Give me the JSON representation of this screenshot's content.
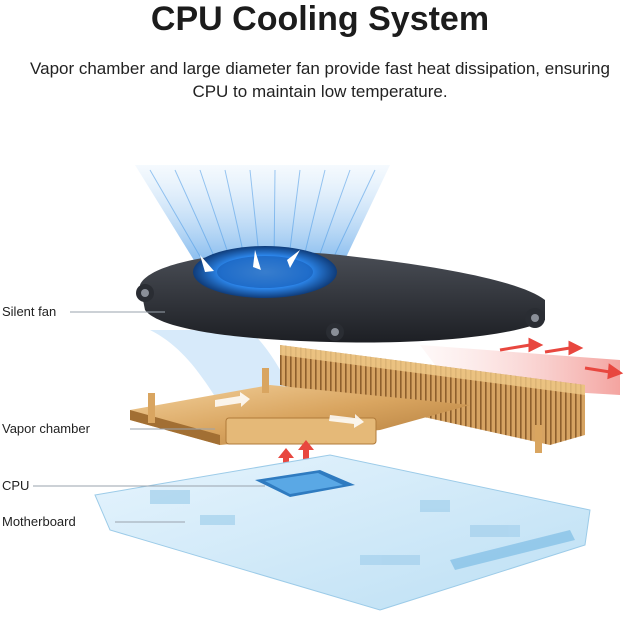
{
  "header": {
    "title": "CPU Cooling System",
    "subtitle_line1": "Vapor chamber and large diameter fan provide fast heat dissipation, ensuring",
    "subtitle_line2": "CPU to maintain low temperature."
  },
  "labels": {
    "silent_fan": "Silent fan",
    "vapor_chamber": "Vapor chamber",
    "cpu": "CPU",
    "motherboard": "Motherboard"
  },
  "colors": {
    "airflow_in": "#6fb6f0",
    "airflow_hot": "#e8473f",
    "fan_body": "#2a2d33",
    "fan_glow": "#2f8df5",
    "copper": "#d9a560",
    "board": "#cfe8f8",
    "chip": "#3a86c8"
  }
}
